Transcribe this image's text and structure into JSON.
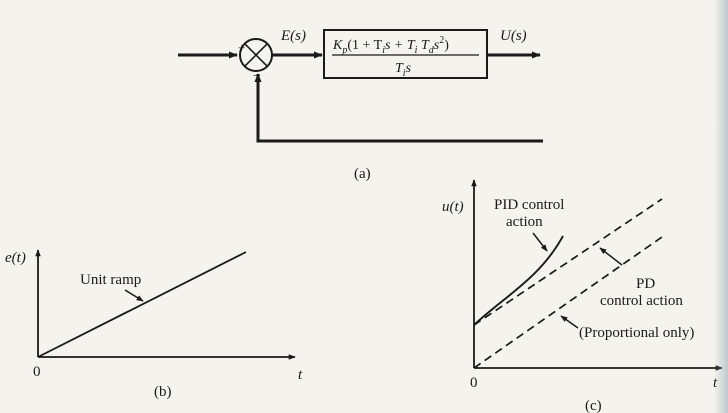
{
  "panel_a": {
    "caption": "(a)",
    "signal_in": "E(s)",
    "signal_out": "U(s)",
    "sum_plus": "+",
    "sum_minus": "−",
    "tf_numerator_prefix": "K",
    "tf_numerator_sub": "p",
    "tf_numerator_body": "(1 + T",
    "tf_num_ti": "i",
    "tf_num_s1": "s + T",
    "tf_num_ti2": "i",
    "tf_num_t": " T",
    "tf_num_d": "d",
    "tf_num_s2": "s",
    "tf_num_exp": "2",
    "tf_num_close": ")",
    "tf_den_t": "T",
    "tf_den_i": "i",
    "tf_den_s": "s"
  },
  "panel_b": {
    "caption": "(b)",
    "y_label": "e(t)",
    "x_label": "t",
    "origin": "0",
    "annotation": "Unit ramp"
  },
  "panel_c": {
    "caption": "(c)",
    "y_label": "u(t)",
    "x_label": "t",
    "origin": "0",
    "pid_label_1": "PID control",
    "pid_label_2": "action",
    "pd_label_1": "PD",
    "pd_label_2": "control action",
    "prop_label": "(Proportional only)"
  }
}
